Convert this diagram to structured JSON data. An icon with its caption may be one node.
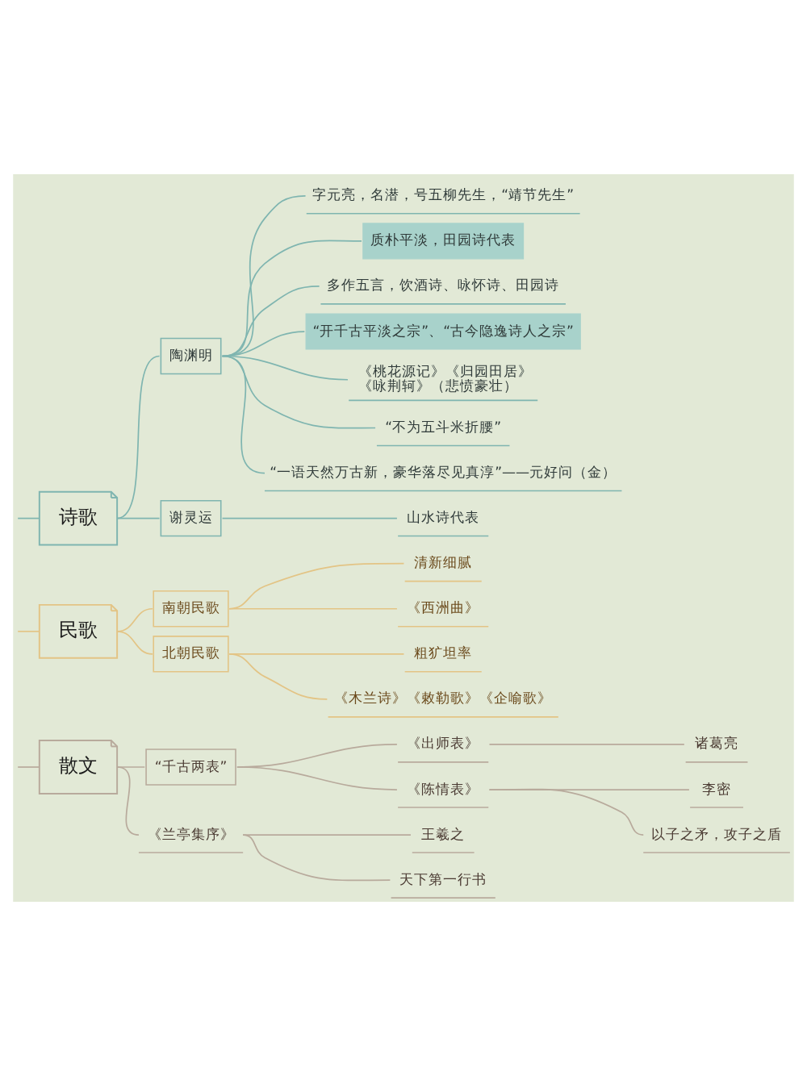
{
  "diagram": {
    "nodes": [
      {
        "text": [
          "诗歌"
        ]
      },
      {
        "text": [
          "陶渊明"
        ]
      },
      {
        "text": [
          "字元亮，名潜，号五柳先生，“靖节先生”"
        ]
      },
      {
        "text": [
          "质朴平淡，田园诗代表"
        ]
      },
      {
        "text": [
          "多作五言，饮酒诗、咏怀诗、田园诗"
        ]
      },
      {
        "text": [
          "“开千古平淡之宗”、“古今隐逸诗人之宗”"
        ]
      },
      {
        "text": [
          "《桃花源记》《归园田居》《咏荆轲》（悲愤豪壮）"
        ]
      },
      {
        "text": [
          "“不为五斗米折腰”"
        ]
      },
      {
        "text": [
          "“一语天然万古新，豪华落尽见真淳”——元好问（金）"
        ]
      },
      {
        "text": [
          "谢灵运"
        ]
      },
      {
        "text": [
          "山水诗代表"
        ]
      },
      {
        "text": [
          "民歌"
        ]
      },
      {
        "text": [
          "南朝民歌"
        ]
      },
      {
        "text": [
          "清新细腻"
        ]
      },
      {
        "text": [
          "《西洲曲》"
        ]
      },
      {
        "text": [
          "北朝民歌"
        ]
      },
      {
        "text": [
          "粗犷坦率"
        ]
      },
      {
        "text": [
          "《木兰诗》《敕勒歌》《企喻歌》"
        ]
      },
      {
        "text": [
          "散文"
        ]
      },
      {
        "text": [
          "“千古两表”"
        ]
      },
      {
        "text": [
          "《出师表》"
        ]
      },
      {
        "text": [
          "诸葛亮"
        ]
      },
      {
        "text": [
          "《陈情表》"
        ]
      },
      {
        "text": [
          "李密"
        ]
      },
      {
        "text": [
          "以子之矛，攻子之盾"
        ]
      },
      {
        "text": [
          "《兰亭集序》"
        ]
      },
      {
        "text": [
          "王羲之"
        ]
      },
      {
        "text": [
          "天下第一行书"
        ]
      }
    ],
    "edges": [
      {
        "from": null,
        "to": 0,
        "arrow": "none"
      },
      {
        "from": 0,
        "to": 1,
        "arrow": "none"
      },
      {
        "from": 1,
        "to": 2,
        "arrow": "none"
      },
      {
        "from": 1,
        "to": 3,
        "arrow": "none"
      },
      {
        "from": 1,
        "to": 4,
        "arrow": "none"
      },
      {
        "from": 1,
        "to": 5,
        "arrow": "none"
      },
      {
        "from": 1,
        "to": 6,
        "arrow": "none"
      },
      {
        "from": 1,
        "to": 7,
        "arrow": "none"
      },
      {
        "from": 1,
        "to": 8,
        "arrow": "none"
      },
      {
        "from": 0,
        "to": 9,
        "arrow": "none"
      },
      {
        "from": 9,
        "to": 10,
        "arrow": "none"
      },
      {
        "from": null,
        "to": 11,
        "arrow": "none",
        "color": "#e3c485"
      },
      {
        "from": 11,
        "to": 12,
        "arrow": "none",
        "color": "#e3c485"
      },
      {
        "from": 12,
        "to": 13,
        "arrow": "none",
        "color": "#e3c485"
      },
      {
        "from": 12,
        "to": 14,
        "arrow": "none",
        "color": "#e3c485"
      },
      {
        "from": 11,
        "to": 15,
        "arrow": "none",
        "color": "#e3c485"
      },
      {
        "from": 15,
        "to": 16,
        "arrow": "none",
        "color": "#e3c485"
      },
      {
        "from": 15,
        "to": 17,
        "arrow": "none",
        "color": "#e3c485"
      },
      {
        "from": null,
        "to": 18,
        "arrow": "none",
        "color": "#b8aa9c"
      },
      {
        "from": 18,
        "to": 19,
        "arrow": "none",
        "color": "#b8aa9c"
      },
      {
        "from": 19,
        "to": 20,
        "arrow": "none",
        "color": "#b8aa9c"
      },
      {
        "from": 20,
        "to": 21,
        "arrow": "none",
        "color": "#b8aa9c"
      },
      {
        "from": 19,
        "to": 22,
        "arrow": "none",
        "color": "#b8aa9c"
      },
      {
        "from": 22,
        "to": 23,
        "arrow": "none",
        "color": "#b8aa9c"
      },
      {
        "from": 22,
        "to": 24,
        "arrow": "none",
        "color": "#b8aa9c"
      },
      {
        "from": 18,
        "to": 25,
        "arrow": "none",
        "color": "#b8aa9c"
      },
      {
        "from": 25,
        "to": 26,
        "arrow": "none",
        "color": "#b8aa9c"
      },
      {
        "from": 25,
        "to": 27,
        "arrow": "none",
        "color": "#b8aa9c"
      }
    ]
  }
}
